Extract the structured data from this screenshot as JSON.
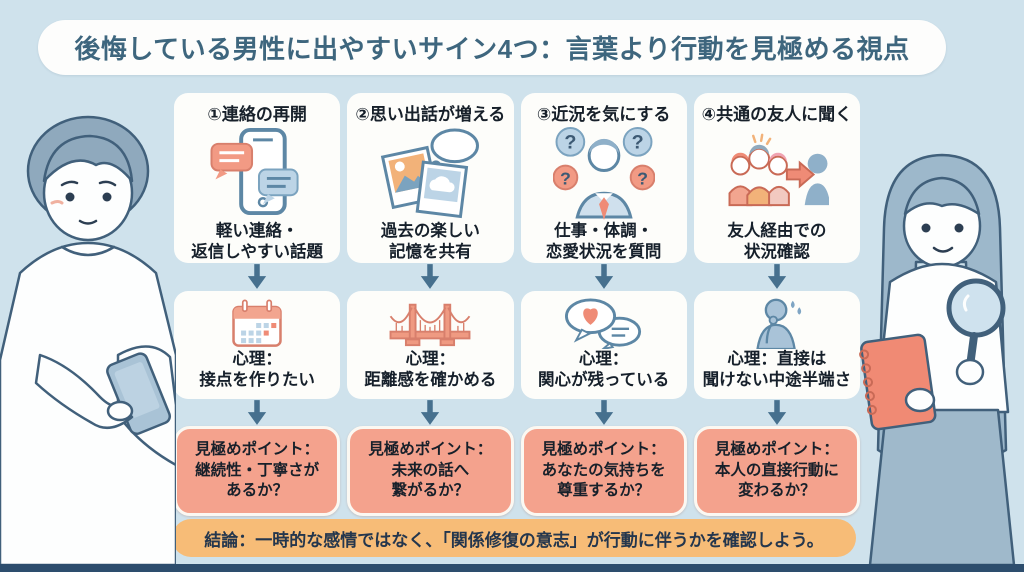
{
  "title": "後悔している男性に出やすいサイン4つ：言葉より行動を見極める視点",
  "columns": [
    {
      "header": "①連絡の再開",
      "icon": "phone-chat-icon",
      "desc_line1": "軽い連絡・",
      "desc_line2": "返信しやすい話題",
      "psych_icon": "calendar-icon",
      "psych_line1": "心理：",
      "psych_line2": "接点を作りたい",
      "point_line1": "見極めポイント：",
      "point_line2": "継続性・丁寧さが",
      "point_line3": "あるか？"
    },
    {
      "header": "②思い出話が増える",
      "icon": "photos-memory-icon",
      "desc_line1": "過去の楽しい",
      "desc_line2": "記憶を共有",
      "psych_icon": "bridge-icon",
      "psych_line1": "心理：",
      "psych_line2": "距離感を確かめる",
      "point_line1": "見極めポイント：",
      "point_line2": "未来の話へ",
      "point_line3": "繋がるか？"
    },
    {
      "header": "③近況を気にする",
      "icon": "person-questions-icon",
      "desc_line1": "仕事・体調・",
      "desc_line2": "恋愛状況を質問",
      "psych_icon": "heart-bubble-icon",
      "psych_line1": "心理：",
      "psych_line2": "関心が残っている",
      "point_line1": "見極めポイント：",
      "point_line2": "あなたの気持ちを",
      "point_line3": "尊重するか？"
    },
    {
      "header": "④共通の友人に聞く",
      "icon": "friends-whisper-icon",
      "desc_line1": "友人経由での",
      "desc_line2": "状況確認",
      "psych_icon": "worried-person-icon",
      "psych_line1": "心理：直接は",
      "psych_line2": "聞けない中途半端さ",
      "point_line1": "見極めポイント：",
      "point_line2": "本人の直接行動に",
      "point_line3": "変わるか？"
    }
  ],
  "conclusion": "結論：一時的な感情ではなく、「関係修復の意志」が行動に伴うかを確認しよう。",
  "colors": {
    "background": "#cfe2ec",
    "card": "#fdfdfa",
    "title_text": "#3e667e",
    "point_box": "#f4a28d",
    "conclusion_bar": "#f7bc77",
    "arrow": "#46708e",
    "bottom_bar": "#2d4d6d",
    "accent_salmon": "#ef8b76",
    "accent_blue": "#bcd4e6"
  }
}
